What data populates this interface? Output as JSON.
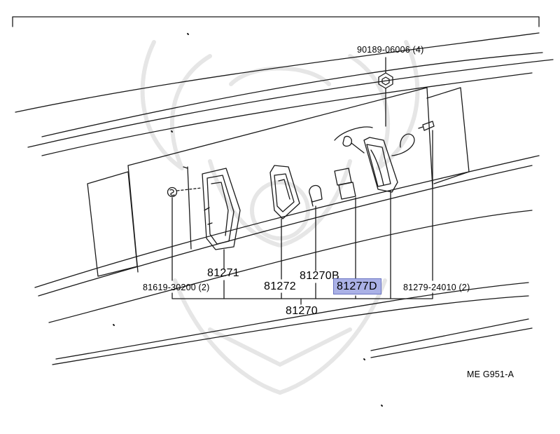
{
  "labels": {
    "bolt_top": "90189-06006 (4)",
    "screw_left": "81619-30200 (2)",
    "lens": "81271",
    "housing": "81272",
    "bulb": "81270B",
    "socket": "81277D",
    "screw_right": "81279-24010 (2)",
    "assembly": "81270",
    "diagram_code": "ME  G951-A"
  },
  "colors": {
    "line": "#1a1a1a",
    "highlight": "#aab1e6",
    "watermark": "#e9e9e9"
  }
}
